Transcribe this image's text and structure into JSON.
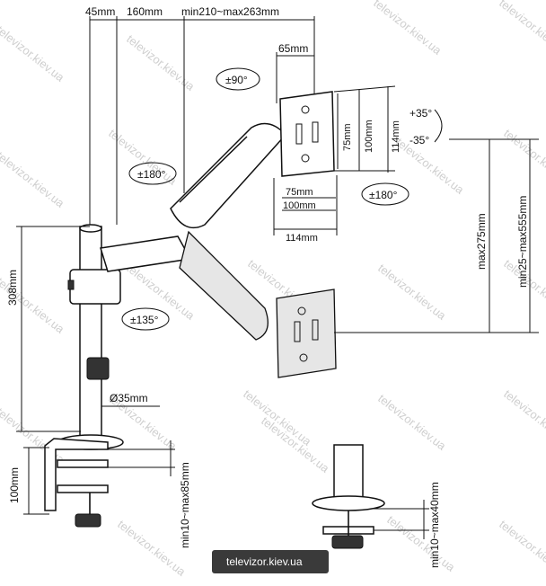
{
  "dimensions": {
    "top_45": "45mm",
    "top_160": "160mm",
    "top_reach": "min210~max263mm",
    "top_65": "65mm",
    "vesa_75h": "75mm",
    "vesa_100h": "100mm",
    "vesa_114h": "114mm",
    "vesa_75w": "75mm",
    "vesa_100w": "100mm",
    "vesa_114w": "114mm",
    "tilt_up": "+35°",
    "tilt_down": "-35°",
    "height_max": "max275mm",
    "height_range": "min25~max555mm",
    "pole_height": "308mm",
    "pole_diameter": "Ø35mm",
    "clamp_height": "100mm",
    "clamp_range": "min10~max85mm",
    "grommet_range": "min10~max40mm"
  },
  "rotations": {
    "swivel_top": "±90°",
    "arm_swivel": "±180°",
    "base_swivel": "±135°",
    "rotate_screen": "±180°"
  },
  "watermark": {
    "text": "televizor.kiev.ua",
    "badge": "televizor.kiev.ua"
  },
  "colors": {
    "line": "#111111",
    "watermark": "#cfcfcf",
    "badge_bg": "#3a3a3a"
  }
}
